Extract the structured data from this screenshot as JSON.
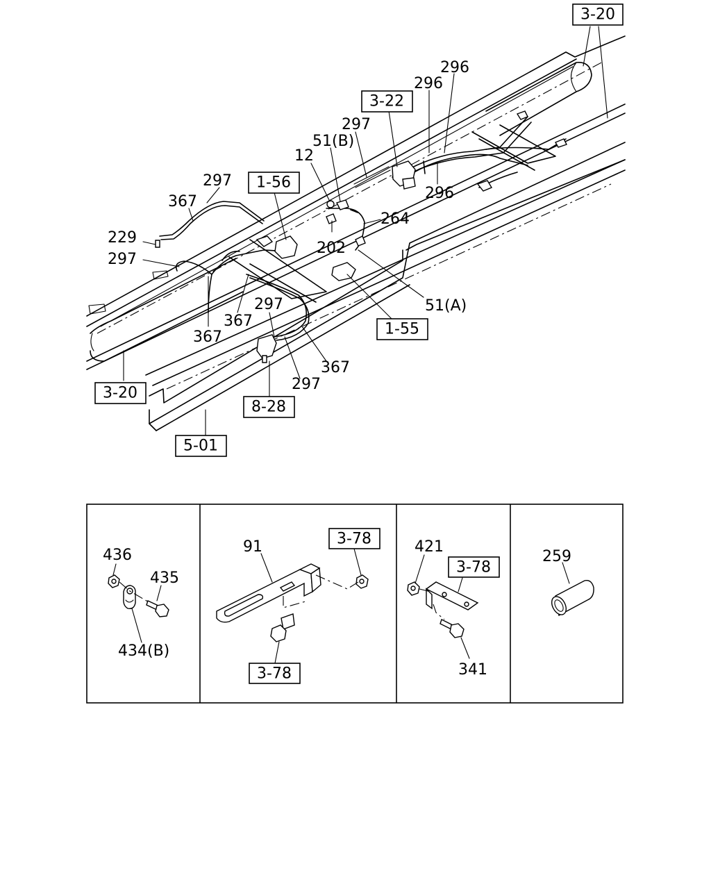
{
  "main_diagram": {
    "ref_boxes": [
      {
        "id": "ref-3-20-top",
        "text": "3-20"
      },
      {
        "id": "ref-3-22",
        "text": "3-22"
      },
      {
        "id": "ref-1-56",
        "text": "1-56"
      },
      {
        "id": "ref-1-55",
        "text": "1-55"
      },
      {
        "id": "ref-3-20-left",
        "text": "3-20"
      },
      {
        "id": "ref-8-28",
        "text": "8-28"
      },
      {
        "id": "ref-5-01",
        "text": "5-01"
      }
    ],
    "part_labels": [
      {
        "id": "p296a",
        "text": "296"
      },
      {
        "id": "p296b",
        "text": "296"
      },
      {
        "id": "p296c",
        "text": "296"
      },
      {
        "id": "p297a",
        "text": "297"
      },
      {
        "id": "p51b",
        "text": "51(B)"
      },
      {
        "id": "p12",
        "text": "12"
      },
      {
        "id": "p297b",
        "text": "297"
      },
      {
        "id": "p367a",
        "text": "367"
      },
      {
        "id": "p229",
        "text": "229"
      },
      {
        "id": "p297c",
        "text": "297"
      },
      {
        "id": "p264",
        "text": "264"
      },
      {
        "id": "p202",
        "text": "202"
      },
      {
        "id": "p51a",
        "text": "51(A)"
      },
      {
        "id": "p367b",
        "text": "367"
      },
      {
        "id": "p367c",
        "text": "367"
      },
      {
        "id": "p297d",
        "text": "297"
      },
      {
        "id": "p367d",
        "text": "367"
      },
      {
        "id": "p297e",
        "text": "297"
      }
    ]
  },
  "detail_panels": [
    {
      "id": "panel-1",
      "labels": [
        {
          "id": "p436",
          "text": "436"
        },
        {
          "id": "p435",
          "text": "435"
        },
        {
          "id": "p434b",
          "text": "434(B)"
        }
      ]
    },
    {
      "id": "panel-2",
      "labels": [
        {
          "id": "p91",
          "text": "91"
        },
        {
          "id": "r378a",
          "text": "3-78"
        },
        {
          "id": "r378b",
          "text": "3-78"
        }
      ]
    },
    {
      "id": "panel-3",
      "labels": [
        {
          "id": "p421",
          "text": "421"
        },
        {
          "id": "r378c",
          "text": "3-78"
        },
        {
          "id": "p341",
          "text": "341"
        }
      ]
    },
    {
      "id": "panel-4",
      "labels": [
        {
          "id": "p259",
          "text": "259"
        }
      ]
    }
  ]
}
